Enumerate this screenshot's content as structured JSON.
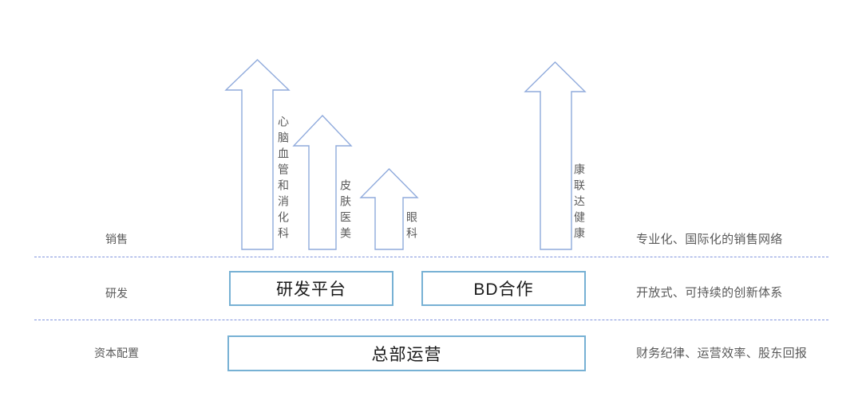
{
  "diagram": {
    "arrows": [
      {
        "label": "心脑血管和消化科"
      },
      {
        "label": "皮肤医美"
      },
      {
        "label": "眼科"
      },
      {
        "label": "康联达健康"
      }
    ],
    "rows": [
      {
        "label": "销售",
        "description": "专业化、国际化的销售网络"
      },
      {
        "label": "研发",
        "description": "开放式、可持续的创新体系"
      },
      {
        "label": "资本配置",
        "description": "财务纪律、运营效率、股东回报"
      }
    ],
    "boxes": [
      {
        "label": "研发平台"
      },
      {
        "label": "BD合作"
      },
      {
        "label": "总部运营"
      }
    ],
    "colors": {
      "arrow_stroke": "#8faadc",
      "box_border": "#77b1d4",
      "dashed_line": "#8296dd",
      "label_text": "#595959",
      "box_text": "#1a1a1a"
    }
  }
}
